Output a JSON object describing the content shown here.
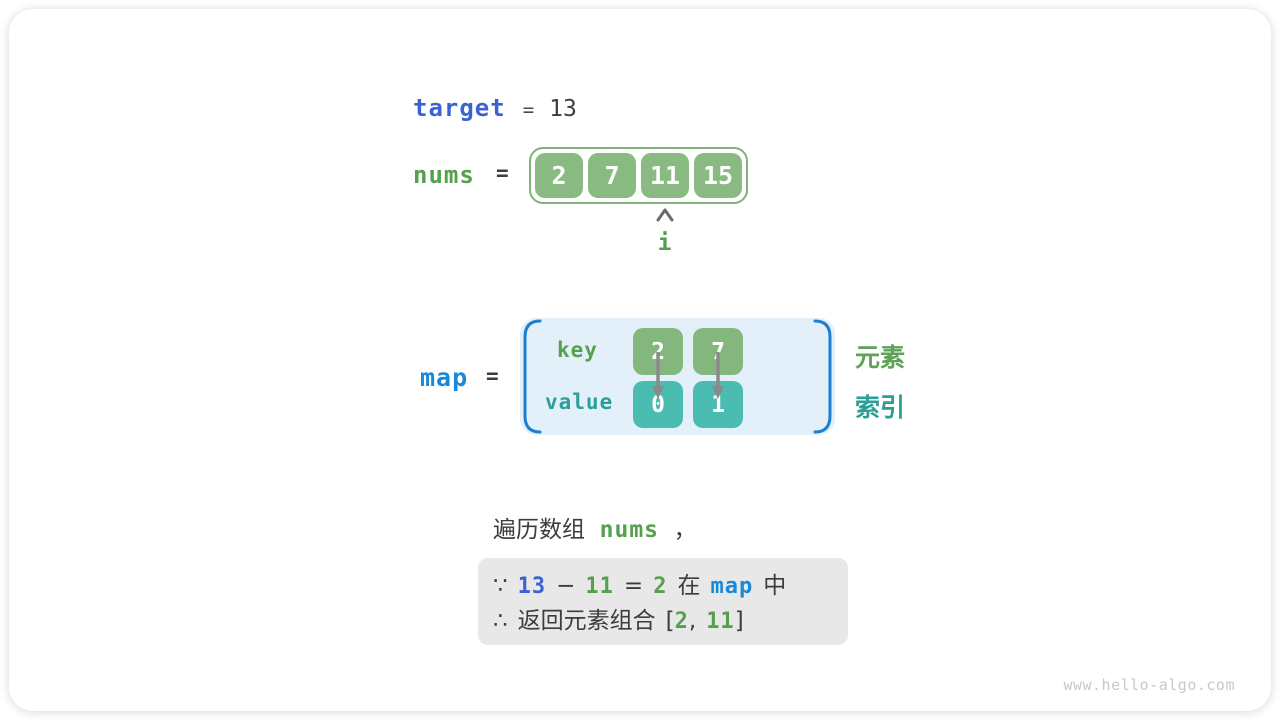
{
  "colors": {
    "royal_blue": "#3a62d3",
    "azure_blue": "#1789d8",
    "green_text": "#55a04d",
    "teal_text": "#2aa098",
    "cell_green": "#89ba81",
    "cell_teal": "#4bbcb1",
    "map_box_bg": "#e3f0f9",
    "bracket_blue": "#1e7fd1",
    "note_box_bg": "#e8e8e8",
    "arrow_gray": "#8a8a8a",
    "dark_text": "#3d3d3d",
    "watermark_gray": "#c8c8c8"
  },
  "target_row": {
    "label": "target",
    "equals": "=",
    "value": "13"
  },
  "nums_row": {
    "label": "nums",
    "equals": "=",
    "cells": [
      "2",
      "7",
      "11",
      "15"
    ],
    "pointer": "i"
  },
  "map_row": {
    "label": "map",
    "equals": "=",
    "key_label": "key",
    "value_label": "value",
    "keys": [
      "2",
      "7"
    ],
    "values": [
      "0",
      "1"
    ],
    "element_label": "元素",
    "index_label": "索引"
  },
  "caption": {
    "prefix": "遍历数组",
    "code": "nums",
    "suffix": "，"
  },
  "note": {
    "because": "∵",
    "n_target": "13",
    "minus": "−",
    "n_current": "11",
    "equals": "=",
    "n_complement": "2",
    "in_word": "在",
    "map_word": "map",
    "in_suffix": "中",
    "therefore": "∴",
    "return_text": "返回元素组合",
    "bracket_open": "[",
    "r1": "2",
    "comma": ",",
    "r2": "11",
    "bracket_close": "]"
  },
  "watermark": "www.hello-algo.com"
}
